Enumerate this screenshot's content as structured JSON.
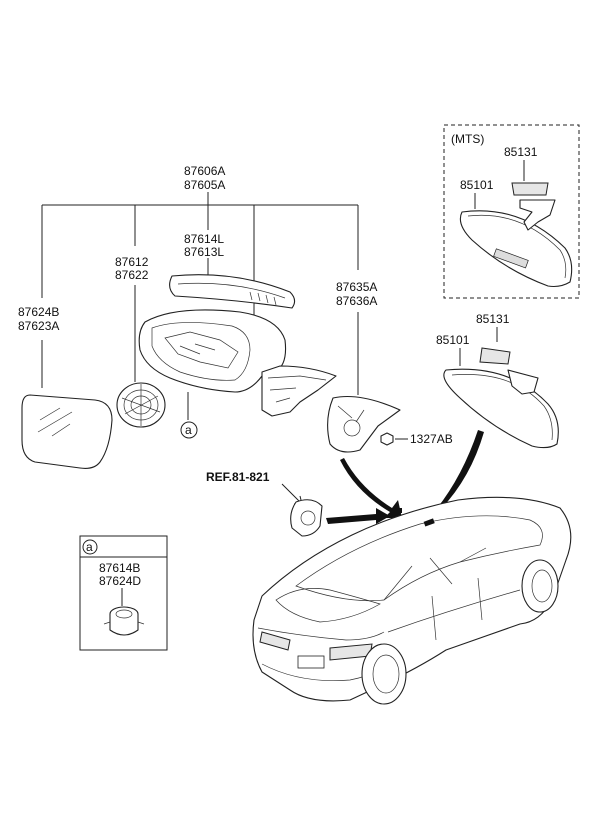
{
  "labels": {
    "mts": "(MTS)",
    "p85131_mts": "85131",
    "p85101_mts": "85101",
    "p87606a": "87606A",
    "p87605a": "87605A",
    "p87614l": "87614L",
    "p87613l": "87613L",
    "p87612": "87612",
    "p87622": "87622",
    "p87635a": "87635A",
    "p87636a": "87636A",
    "p87624b": "87624B",
    "p87623a": "87623A",
    "p85131": "85131",
    "p85101": "85101",
    "p1327ab": "1327AB",
    "ref": "REF.81-821",
    "callout_a": "a",
    "inset_a": "a",
    "p87614b": "87614B",
    "p87624d": "87624D"
  }
}
